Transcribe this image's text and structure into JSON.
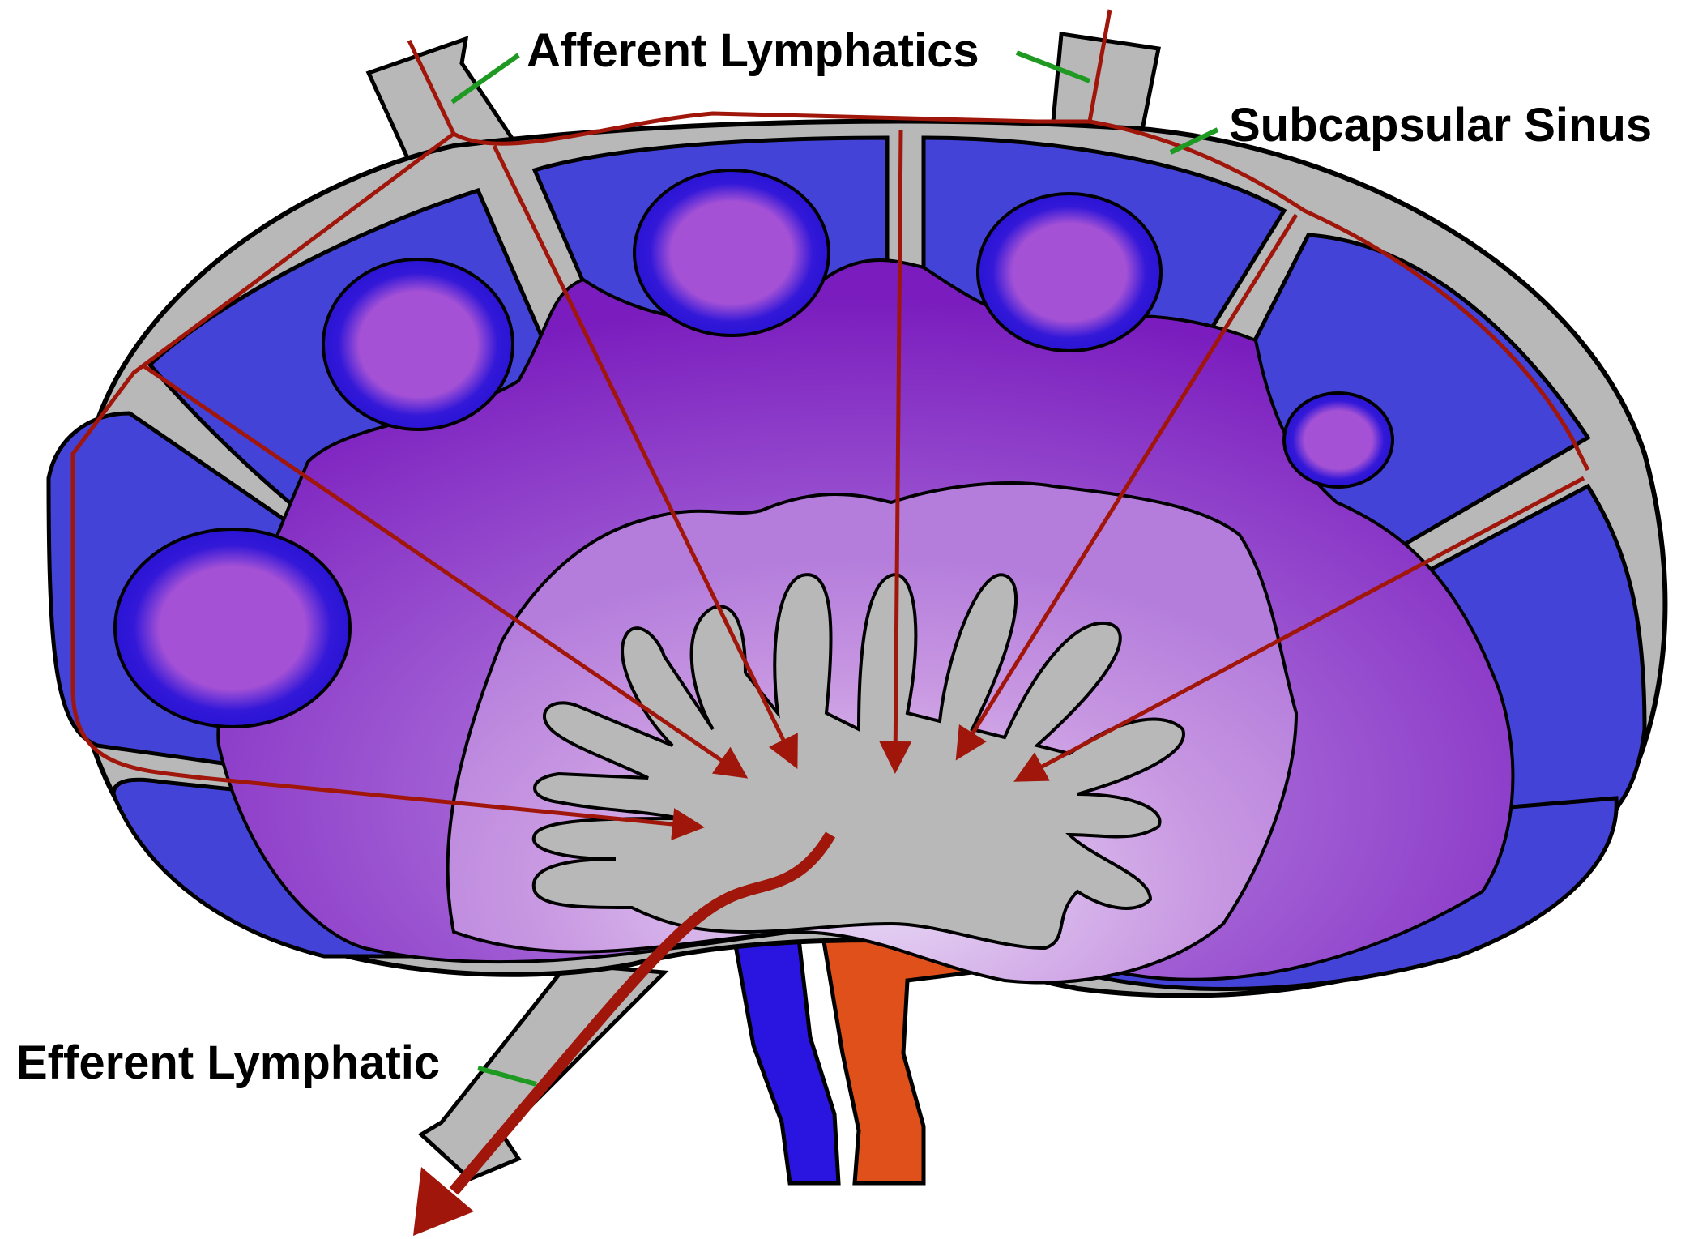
{
  "labels": {
    "afferent_lymphatics": "Afferent Lymphatics",
    "subcapsular_sinus": "Subcapsular Sinus",
    "efferent_lymphatic": "Efferent Lymphatic"
  },
  "colors": {
    "sinus_gray": "#b8b8b8",
    "cortex_blue": "#4443d8",
    "follicle_rim": "#2a1ad6",
    "germinal_center": "#a451d6",
    "paracortex_purple": "#8a2cc4",
    "medulla_lilac": "#c596e0",
    "lymph_flow_red": "#a0160a",
    "leader_green": "#1e9a22",
    "vein_blue": "#2a14e0",
    "artery_orange": "#e0501a",
    "outline": "#000000"
  }
}
